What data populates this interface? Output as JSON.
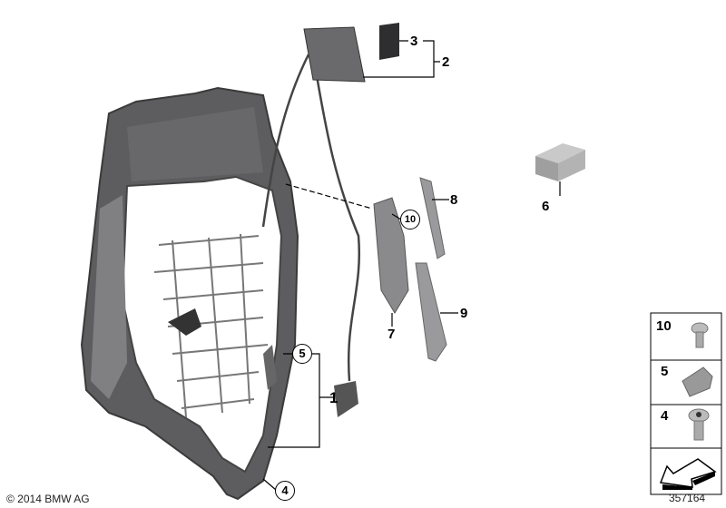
{
  "diagram": {
    "callouts": {
      "p1": "1",
      "p2": "2",
      "p3": "3",
      "p4": "4",
      "p5": "5",
      "p6": "6",
      "p7": "7",
      "p8": "8",
      "p9": "9",
      "p10": "10"
    },
    "parts_table": [
      {
        "number": "10",
        "icon": "screw-icon"
      },
      {
        "number": "5",
        "icon": "clip-nut-icon"
      },
      {
        "number": "4",
        "icon": "bolt-icon"
      },
      {
        "number": "",
        "icon": "arrow-icon"
      }
    ],
    "copyright": "© 2014 BMW AG",
    "diagram_id": "357164"
  }
}
